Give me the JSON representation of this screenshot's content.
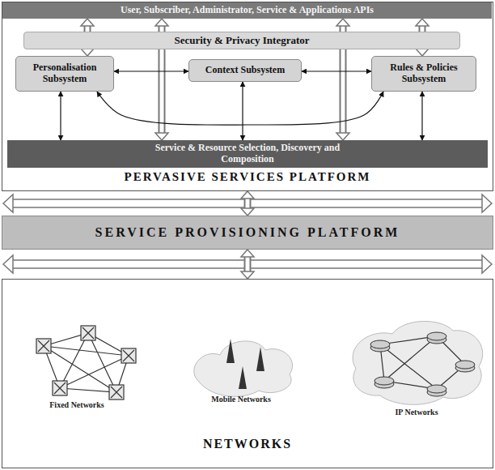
{
  "diagram": {
    "nodes": [
      {
        "text": [
          "PERVASIVE SERVICES PLATFORM"
        ]
      },
      {
        "text": [
          "User, Subscriber, Administrator, Service & Applications APIs"
        ],
        "in": 0
      },
      {
        "text": [
          "Security & Privacy Integrator"
        ],
        "in": 0
      },
      {
        "text": [
          "Personalisation Subsystem"
        ],
        "in": 0
      },
      {
        "text": [
          "Context Subsystem"
        ],
        "in": 0
      },
      {
        "text": [
          "Rules & Policies Subsystem"
        ],
        "in": 0
      },
      {
        "text": [
          "Service & Resource Selection, Discovery and Composition"
        ],
        "in": 0
      },
      {
        "text": [
          "SERVICE PROVISIONING PLATFORM"
        ]
      },
      {
        "text": [
          "NETWORKS"
        ]
      }
    ],
    "edges": [
      {
        "from": 1,
        "to": 3,
        "arrow": "both"
      },
      {
        "from": 1,
        "to": 6,
        "arrow": "both"
      },
      {
        "from": 1,
        "to": 6,
        "arrow": "both"
      },
      {
        "from": 1,
        "to": 5,
        "arrow": "both"
      },
      {
        "from": 3,
        "to": 4,
        "arrow": "both"
      },
      {
        "from": 4,
        "to": 5,
        "arrow": "both"
      },
      {
        "from": 3,
        "to": 6,
        "arrow": "both"
      },
      {
        "from": 4,
        "to": 6,
        "arrow": "both"
      },
      {
        "from": 5,
        "to": 6,
        "arrow": "both"
      },
      {
        "from": 3,
        "to": 5,
        "arrow": "both"
      },
      {
        "from": 0,
        "to": 7,
        "arrow": "both"
      },
      {
        "from": 7,
        "to": 8,
        "arrow": "both"
      }
    ],
    "labels": [
      "Fixed Networks",
      "Mobile Networks",
      "IP Networks"
    ]
  }
}
